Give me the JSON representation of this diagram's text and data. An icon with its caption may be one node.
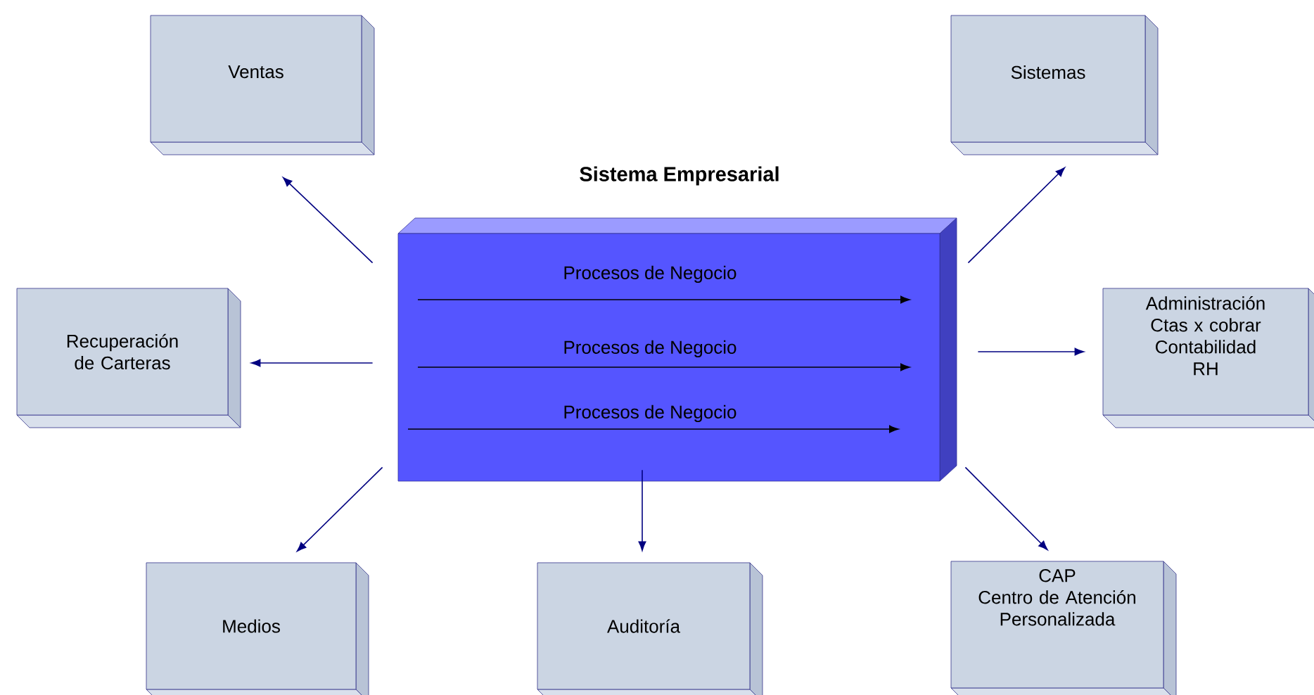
{
  "diagram": {
    "nodes": [
      {
        "text": [
          "Ventas"
        ]
      },
      {
        "text": [
          "Sistemas"
        ]
      },
      {
        "text": [
          "Sistema Empresarial"
        ]
      },
      {
        "text": [
          "Recuperación de Carteras"
        ]
      },
      {
        "text": [
          "Administración",
          "Ctas x cobrar",
          "Contabilidad",
          "RH"
        ]
      },
      {
        "text": [
          "Medios"
        ]
      },
      {
        "text": [
          "Auditoría"
        ]
      },
      {
        "text": [
          "CAP",
          "Centro de Atención Personalizada"
        ]
      }
    ],
    "edges": [
      {
        "from": 2,
        "to": 0,
        "arrow": "to"
      },
      {
        "from": 2,
        "to": 1,
        "arrow": "to"
      },
      {
        "from": 2,
        "to": 3,
        "arrow": "to"
      },
      {
        "from": 2,
        "to": 4,
        "arrow": "to"
      },
      {
        "from": 2,
        "to": 5,
        "arrow": "to"
      },
      {
        "from": 2,
        "to": 6,
        "arrow": "to"
      },
      {
        "from": 2,
        "to": 7,
        "arrow": "to"
      }
    ],
    "labels": [
      "Procesos de Negocio",
      "Procesos de Negocio",
      "Procesos de Negocio"
    ]
  }
}
